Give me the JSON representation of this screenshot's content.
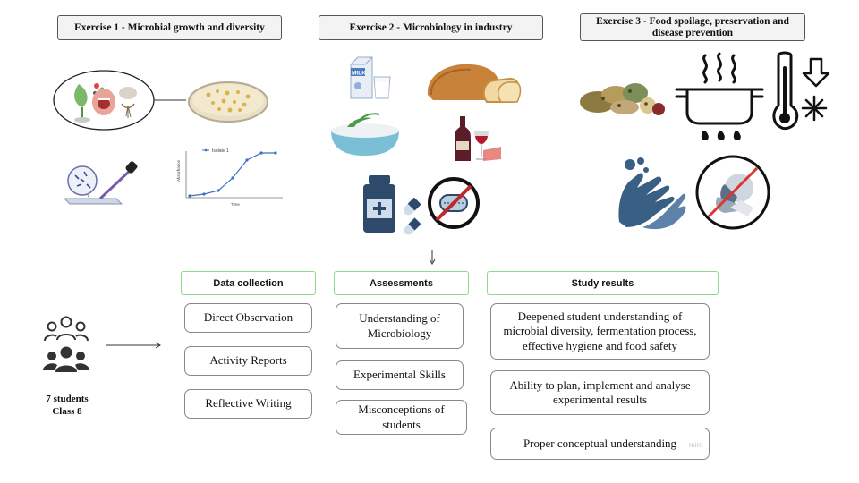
{
  "exercises": [
    {
      "label": "Exercise 1 - Microbial growth and diversity"
    },
    {
      "label": "Exercise 2 - Microbiology in industry"
    },
    {
      "label": "Exercise 3 - Food spoilage, preservation and disease prevention"
    }
  ],
  "mini_chart": {
    "legend": "Isolate 1",
    "ylabel": "Absorbance",
    "xlabel": "Time"
  },
  "milk_label": "MILK",
  "participants": {
    "count": "7 students",
    "class": "Class 8"
  },
  "columns": [
    {
      "header": "Data collection",
      "items": [
        "Direct Observation",
        "Activity Reports",
        "Reflective Writing"
      ]
    },
    {
      "header": "Assessments",
      "items": [
        "Understanding of Microbiology",
        "Experimental Skills",
        "Misconceptions of students"
      ]
    },
    {
      "header": "Study results",
      "items": [
        "Deepened student understanding of microbial diversity, fermentation process, effective hygiene and food safety",
        "Ability to plan, implement and analyse experimental results",
        "Proper conceptual understanding"
      ]
    }
  ],
  "watermark": "miro",
  "colors": {
    "pill_border": "#8fd98a",
    "icon_navy": "#2d4a6b",
    "hands_blue": "#3a5f85"
  }
}
